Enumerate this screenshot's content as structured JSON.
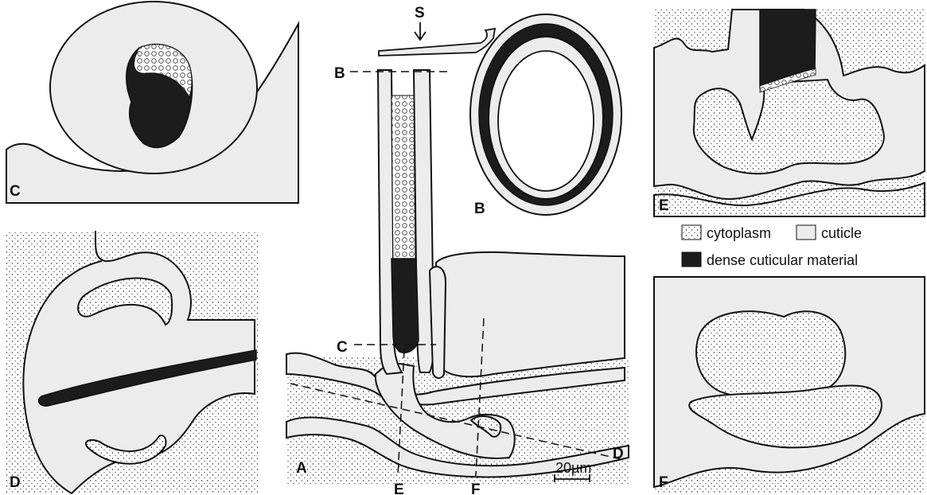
{
  "panels": {
    "a": "A",
    "b": "B",
    "c": "C",
    "d": "D",
    "e": "E",
    "f": "F"
  },
  "section_marks": {
    "s": "S",
    "b": "B",
    "c": "C",
    "d": "D",
    "e": "E",
    "f": "F"
  },
  "legend": {
    "cytoplasm": "cytoplasm",
    "cuticle": "cuticle",
    "dense": "dense cuticular material"
  },
  "scale_bar": "20µm"
}
